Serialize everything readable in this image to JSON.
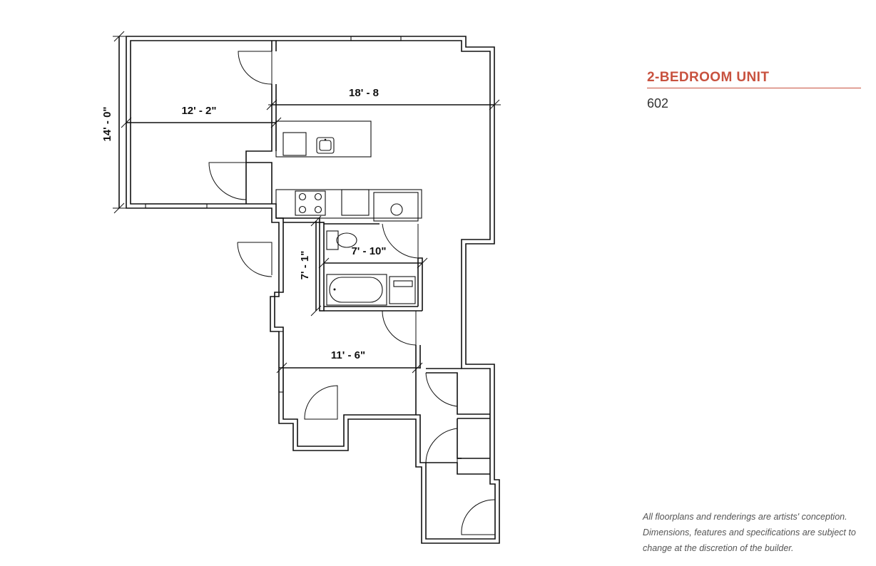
{
  "unit": {
    "title": "2-BEDROOM UNIT",
    "number": "602"
  },
  "dimensions": {
    "living_width": "18' - 8",
    "bedroom1_width": "12' - 2\"",
    "bedroom1_depth": "14' - 0\"",
    "bath_width": "7' - 10\"",
    "bath_depth": "7' - 1\"",
    "bedroom2_width": "11' - 6\""
  },
  "disclaimer": {
    "line1": "All floorplans and renderings are artists' conception.",
    "line2": "Dimensions, features and specifications are subject to",
    "line3": "change at the discretion of the builder."
  },
  "colors": {
    "accent": "#c8523f",
    "line": "#111111"
  }
}
